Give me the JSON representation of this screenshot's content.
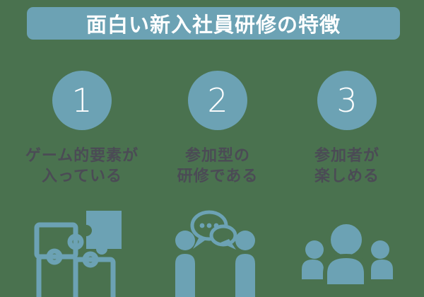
{
  "title": {
    "text": "面白い新入社員研修の特徴"
  },
  "colors": {
    "background": "#4A724F",
    "accent": "#6CA2B4",
    "title_text": "#FFFFFF",
    "label_text": "#4B4B55"
  },
  "features": [
    {
      "number": "1",
      "label_lines": [
        "ゲーム的要素が",
        "入っている"
      ],
      "icon": "puzzle-icon"
    },
    {
      "number": "2",
      "label_lines": [
        "参加型の",
        "研修である"
      ],
      "icon": "conversation-icon"
    },
    {
      "number": "3",
      "label_lines": [
        "参加者が",
        "楽しめる"
      ],
      "icon": "people-group-icon"
    }
  ]
}
